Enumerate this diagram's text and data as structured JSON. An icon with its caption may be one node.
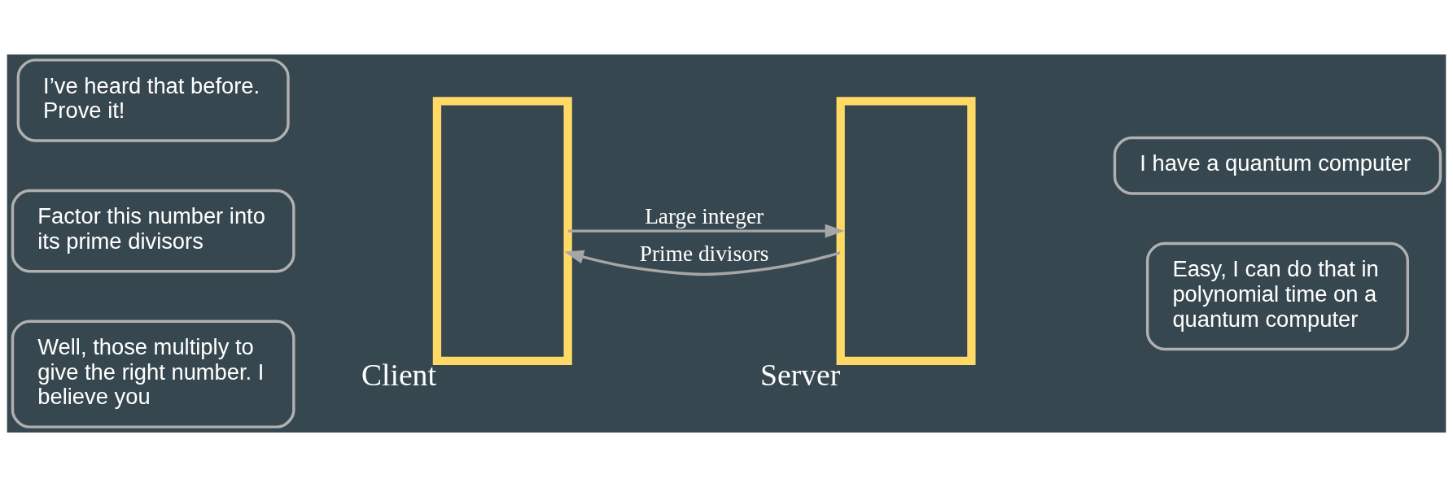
{
  "diagram": {
    "nodes": [
      {
        "text": [
          "I’ve heard that before. Prove it!"
        ]
      },
      {
        "text": [
          "I have a quantum computer"
        ]
      },
      {
        "text": [],
        "shape": "box",
        "beside": [
          "Client"
        ]
      },
      {
        "text": [],
        "shape": "box",
        "beside": [
          "Server"
        ]
      },
      {
        "text": [
          "Factor this number into its prime divisors"
        ]
      },
      {
        "text": [
          "Easy, I can do that in polynomial time on a quantum computer"
        ]
      },
      {
        "text": [
          "Well, those multiply to give the right number. I believe you"
        ]
      }
    ],
    "edges": [
      {
        "from": 2,
        "to": 3,
        "arrow": "to",
        "label": "Large integer"
      },
      {
        "from": 3,
        "to": 2,
        "arrow": "to",
        "label": "Prime divisors"
      }
    ]
  }
}
